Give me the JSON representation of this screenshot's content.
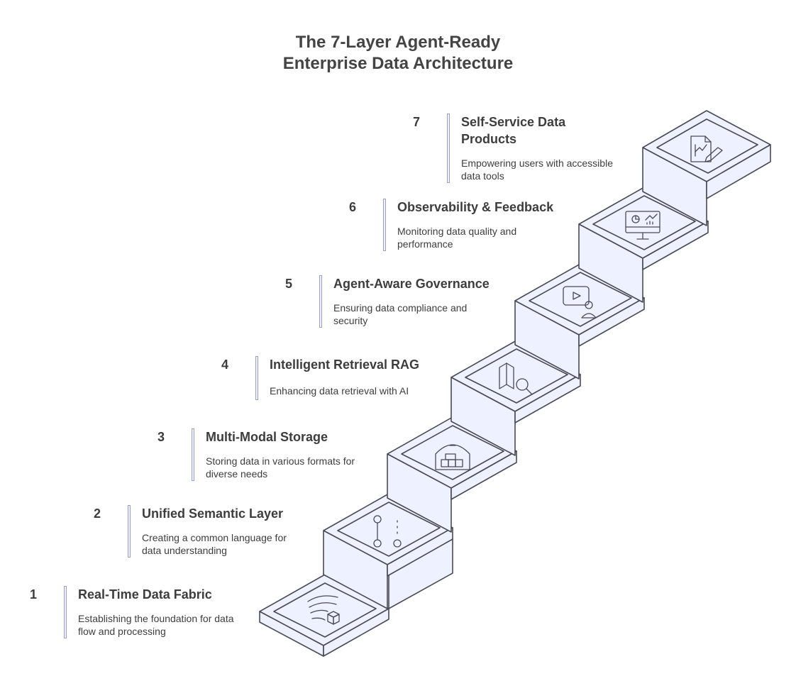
{
  "title": {
    "line1": "The 7-Layer Agent-Ready",
    "line2": "Enterprise Data Architecture"
  },
  "layers": [
    {
      "number": "1",
      "heading": "Real-Time Data Fabric",
      "description": "Establishing the foundation for data flow and processing",
      "icon": "data-flow-cube-icon"
    },
    {
      "number": "2",
      "heading": "Unified Semantic Layer",
      "description": "Creating a common language for data understanding",
      "icon": "node-graph-icon"
    },
    {
      "number": "3",
      "heading": "Multi-Modal Storage",
      "description": "Storing data in various formats for diverse needs",
      "icon": "warehouse-icon"
    },
    {
      "number": "4",
      "heading": "Intelligent Retrieval RAG",
      "description": "Enhancing data retrieval with AI",
      "icon": "map-search-icon"
    },
    {
      "number": "5",
      "heading": "Agent-Aware Governance",
      "description": "Ensuring data compliance and security",
      "icon": "video-user-icon"
    },
    {
      "number": "6",
      "heading": "Observability & Feedback",
      "description": "Monitoring data quality and performance",
      "icon": "monitor-chart-icon"
    },
    {
      "number": "7",
      "heading": "Self-Service Data Products",
      "description": "Empowering users with accessible data tools",
      "icon": "document-edit-icon"
    }
  ],
  "colors": {
    "stair_fill": "#eef1ff",
    "stair_stroke": "#4a4a55",
    "accent_bar": "#9aa0bd",
    "text": "#3d3d3d"
  }
}
